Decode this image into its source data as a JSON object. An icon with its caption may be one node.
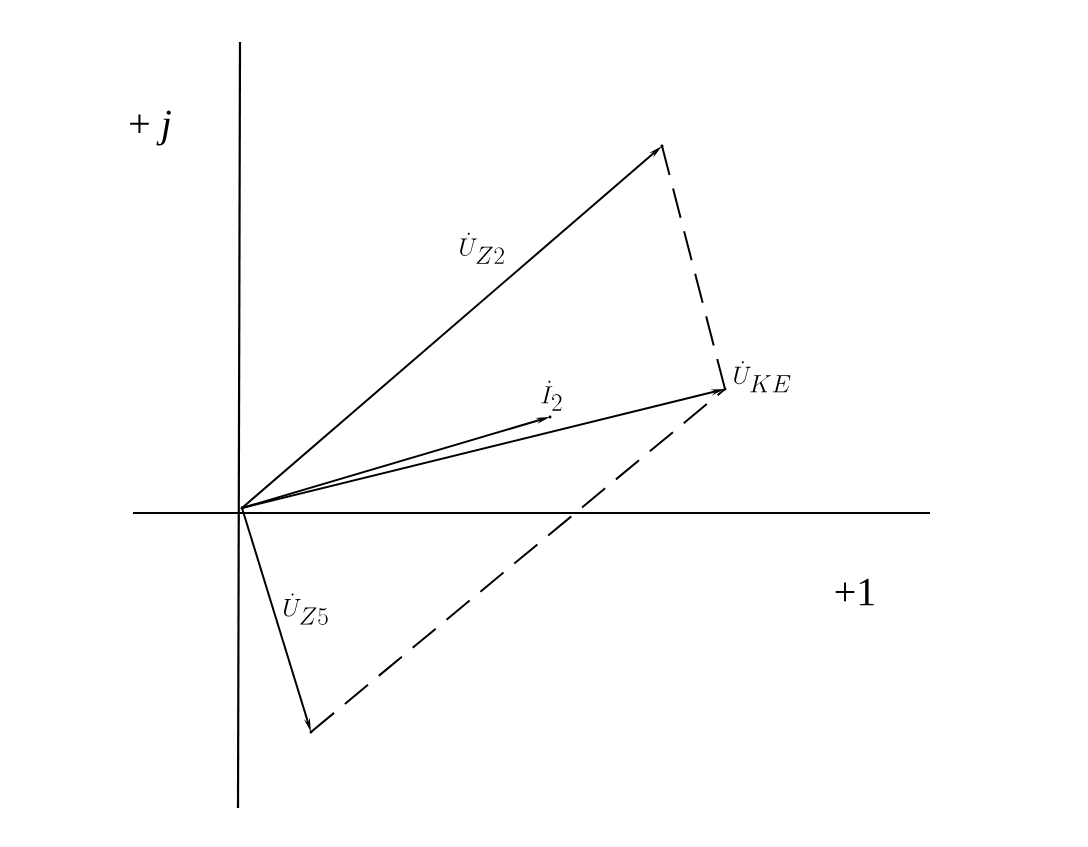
{
  "diagram": {
    "nodes": [
      {
        "text": [],
        "shape": "point"
      },
      {
        "text": [],
        "shape": "point"
      },
      {
        "text": [],
        "shape": "point"
      },
      {
        "text": [],
        "shape": "point"
      },
      {
        "text": [],
        "shape": "point"
      }
    ],
    "edges": [
      {
        "from": 0,
        "to": 1,
        "arrow": "to",
        "label": "\\dot{U}_{Z2}"
      },
      {
        "from": 0,
        "to": 2,
        "arrow": "to",
        "label": "\\dot{U}_{KE}"
      },
      {
        "from": 0,
        "to": 3,
        "arrow": "to",
        "label": "\\dot{I}_{2}"
      },
      {
        "from": 0,
        "to": 4,
        "arrow": "to",
        "label": "\\dot{U}_{Z5}"
      },
      {
        "from": 1,
        "to": 2,
        "arrow": "none",
        "style": "dashed"
      },
      {
        "from": 4,
        "to": 2,
        "arrow": "none",
        "style": "dashed"
      }
    ],
    "labels": [
      "+ *j*",
      "+1"
    ]
  }
}
